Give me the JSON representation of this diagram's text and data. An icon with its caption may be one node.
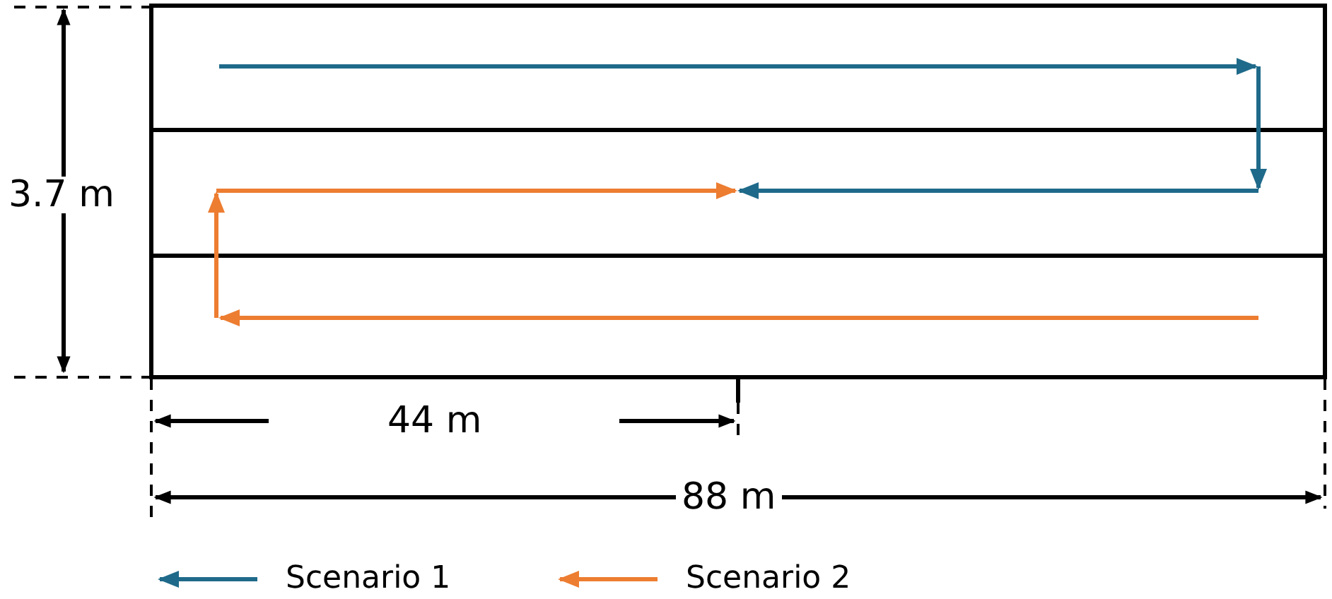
{
  "diagram": {
    "labels": [
      "3.7 m",
      "44 m",
      "88 m"
    ],
    "legend": [
      {
        "text": "Scenario 1"
      },
      {
        "text": "Scenario 2"
      }
    ]
  }
}
